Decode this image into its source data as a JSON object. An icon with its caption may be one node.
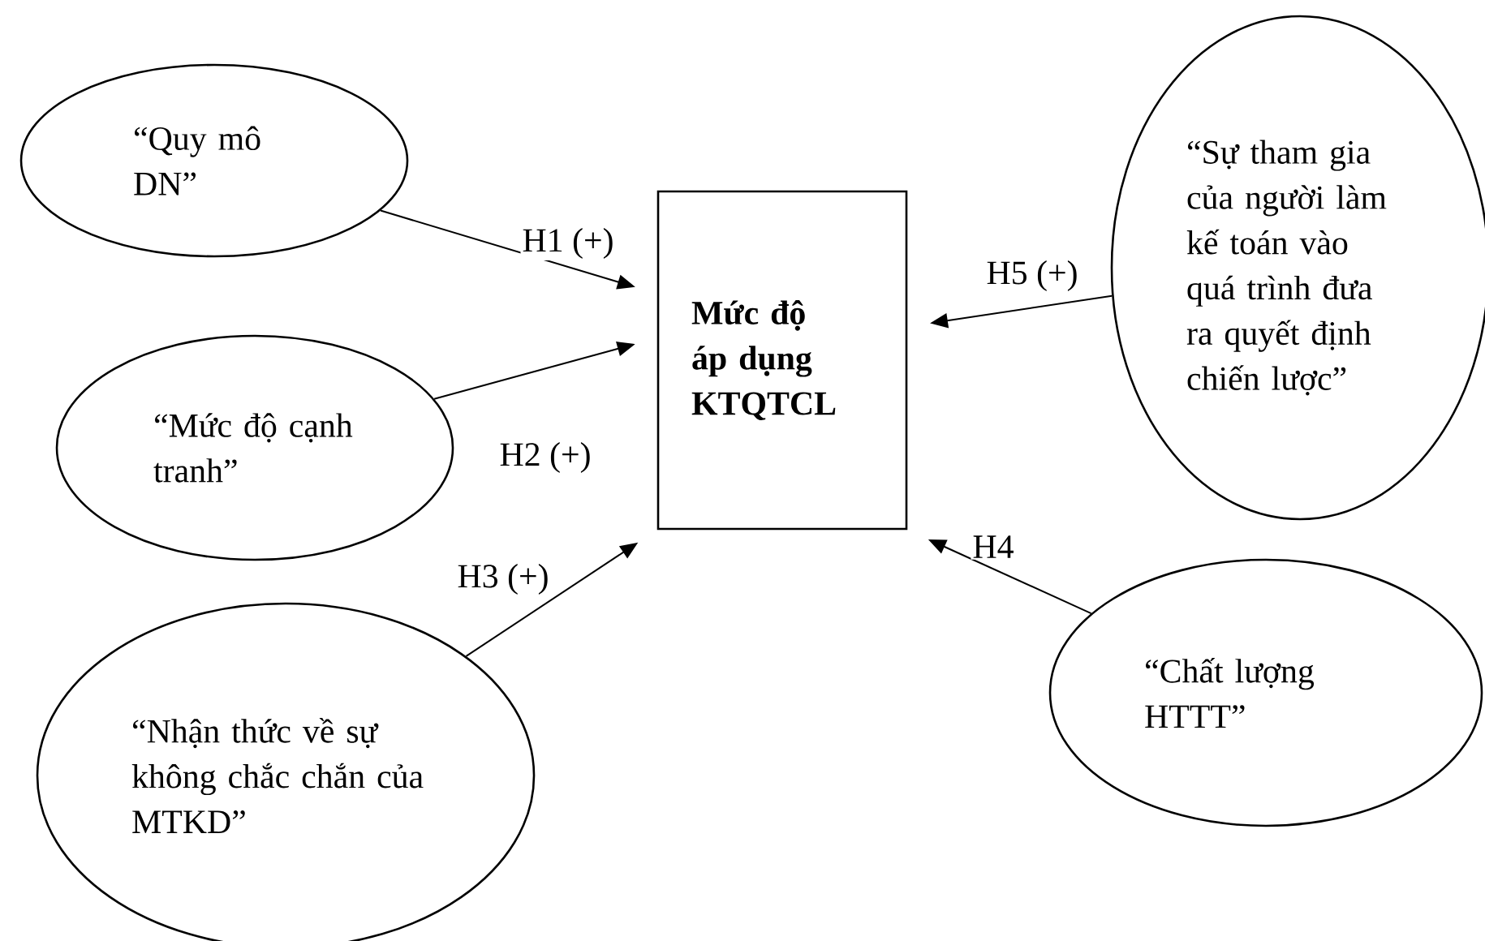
{
  "diagram": {
    "nodes": [
      {
        "text": [
          "“Quy mô DN”"
        ]
      },
      {
        "text": [
          "“Mức độ cạnh tranh”"
        ]
      },
      {
        "text": [
          "“Nhận thức về sự không chắc chắn của MTKD”"
        ]
      },
      {
        "text": [
          "Mức độ áp dụng KTQTCL"
        ]
      },
      {
        "text": [
          "“Sự tham gia của người làm kế toán vào quá trình đưa ra quyết định chiến lược”"
        ]
      },
      {
        "text": [
          "“Chất lượng HTTT”"
        ]
      }
    ],
    "edges": [
      {
        "from": 0,
        "to": 3,
        "arrow": "to",
        "label": "H1 (+)"
      },
      {
        "from": 1,
        "to": 3,
        "arrow": "to",
        "label": "H2 (+)"
      },
      {
        "from": 2,
        "to": 3,
        "arrow": "to",
        "label": "H3 (+)"
      },
      {
        "from": 5,
        "to": 3,
        "arrow": "to",
        "label": "H4"
      },
      {
        "from": 4,
        "to": 3,
        "arrow": "to",
        "label": "H5 (+)"
      }
    ]
  }
}
